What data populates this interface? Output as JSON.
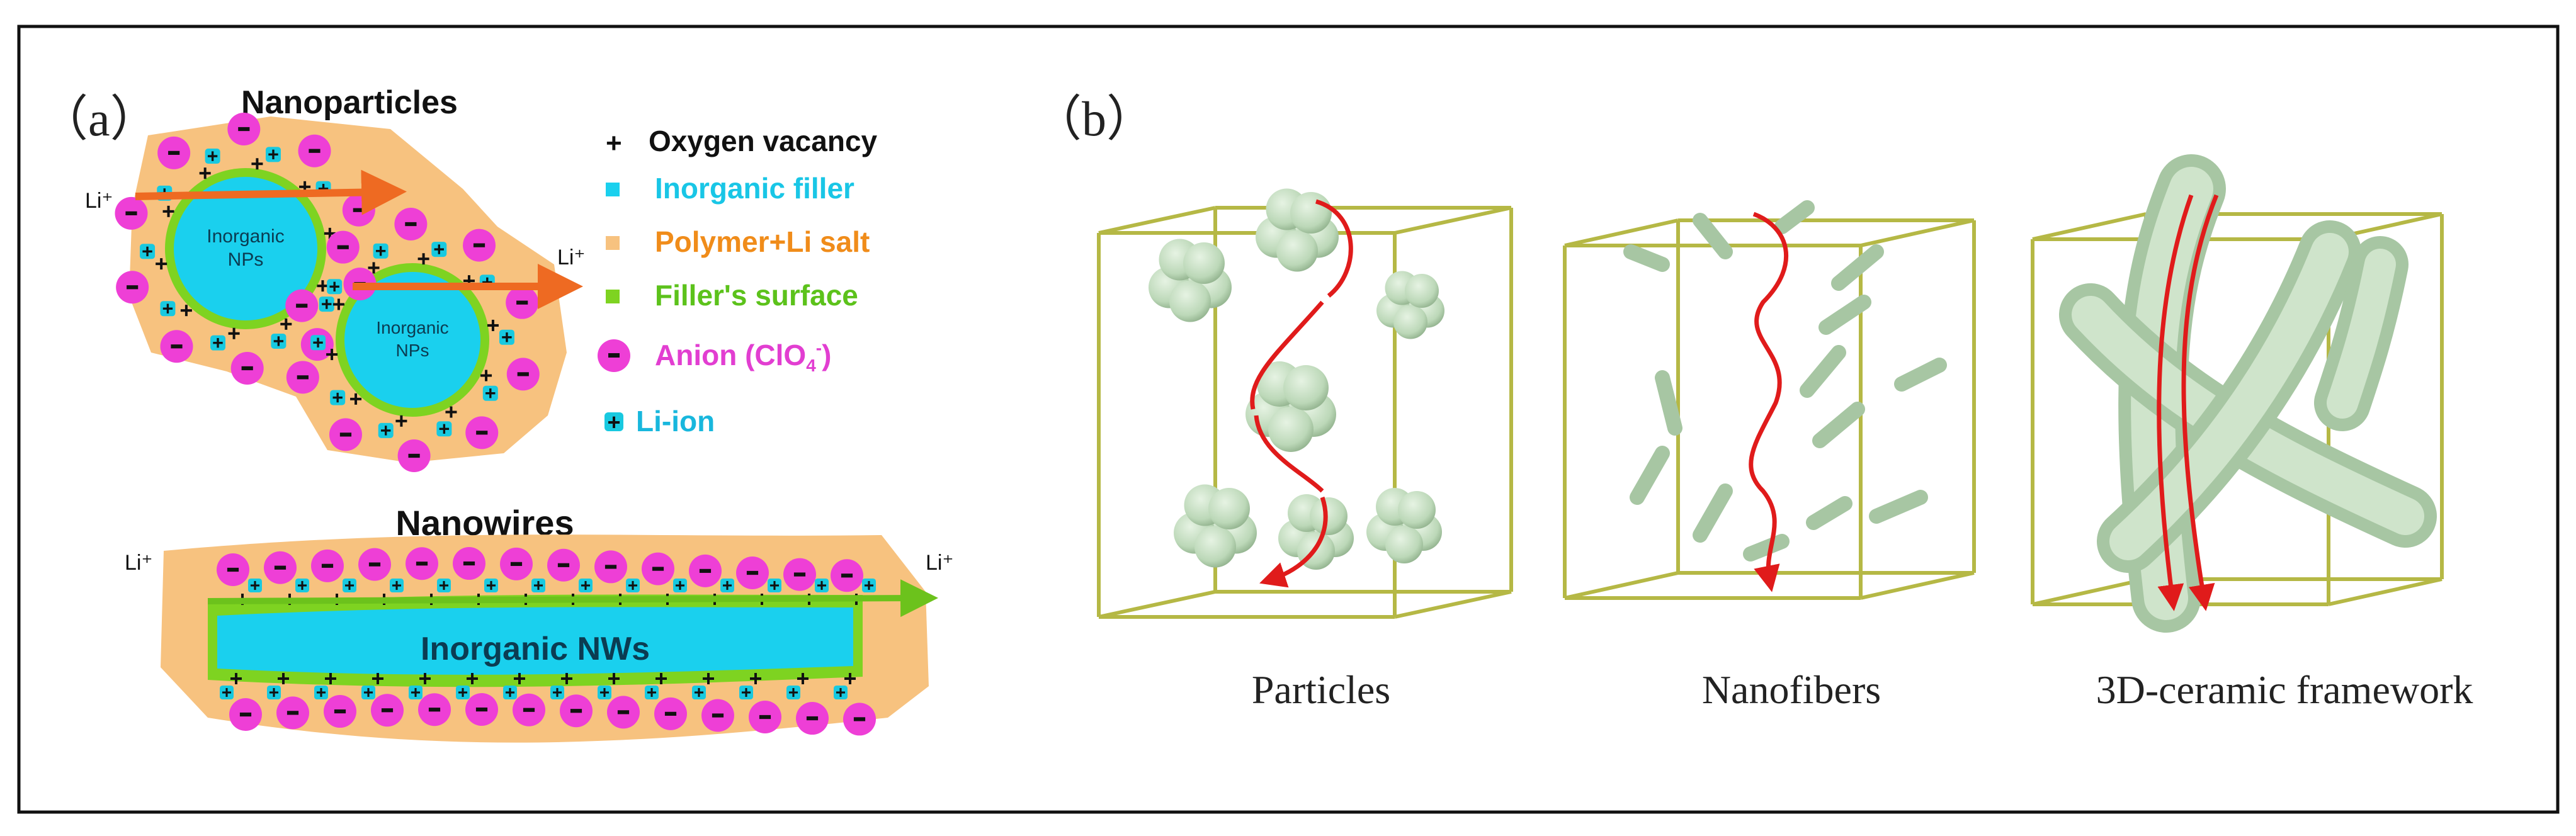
{
  "panel_a": {
    "label": "（a）",
    "nanoparticles_title": "Nanoparticles",
    "nanowires_title": "Nanowires",
    "np_core_label_line1": "Inorganic",
    "np_core_label_line2": "NPs",
    "nw_core_label": "Inorganic NWs",
    "li_ion_label": "Li⁺",
    "legend": {
      "oxygen_vacancy": "Oxygen vacancy",
      "inorganic_filler": "Inorganic filler",
      "polymer_li_salt": "Polymer+Li salt",
      "filler_surface": "Filler's surface",
      "anion_prefix": "Anion (ClO",
      "anion_sub": "4",
      "anion_sup": "-",
      "anion_suffix": ")",
      "li_ion": "Li-ion"
    },
    "colors": {
      "polymer": "#f7c27f",
      "filler": "#1ad0ee",
      "surface": "#7ed321",
      "anion": "#ee3fd6",
      "li_ion": "#18c9e0",
      "arrow": "#ee6a22",
      "legend_filler_text": "#19c6e6",
      "legend_polymer_text": "#f08c1a",
      "legend_surface_text": "#5cc21b",
      "legend_anion_text": "#e23ed1",
      "legend_li_text": "#18b7dd"
    }
  },
  "panel_b": {
    "label": "（b）",
    "captions": {
      "particles": "Particles",
      "nanofibers": "Nanofibers",
      "framework": "3D-ceramic framework"
    },
    "colors": {
      "box_edge": "#b5b845",
      "blob_fill": "#c8e0c4",
      "path": "#e01b1b"
    }
  }
}
